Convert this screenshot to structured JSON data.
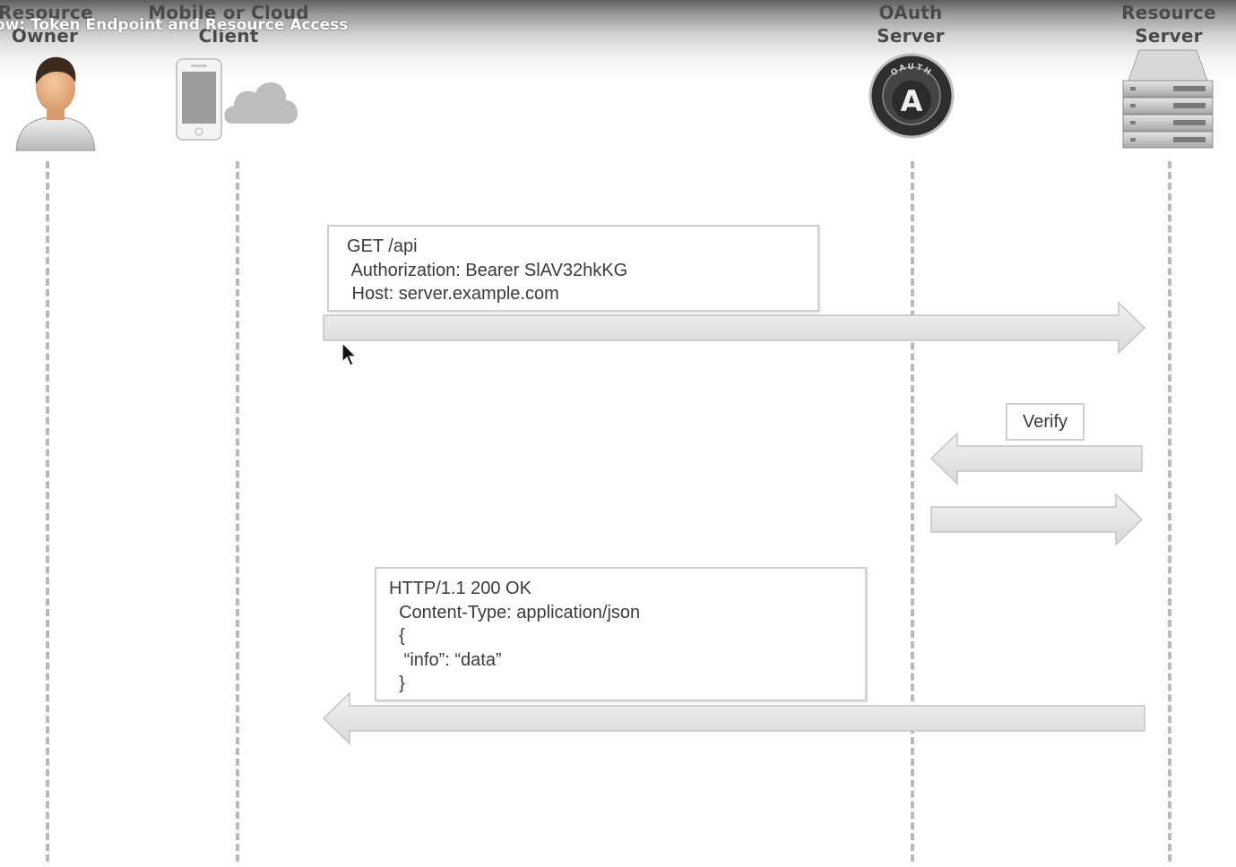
{
  "video_title": "ow: Token Endpoint and Resource Access",
  "actors": [
    {
      "id": "resource-owner",
      "lines": [
        "Resource",
        "Owner"
      ],
      "icon": "person-icon"
    },
    {
      "id": "client",
      "lines": [
        "Mobile or Cloud",
        "Client"
      ],
      "icon": "phone-cloud-icon"
    },
    {
      "id": "oauth-server",
      "lines": [
        "OAuth",
        "Server"
      ],
      "icon": "oauth-logo-icon"
    },
    {
      "id": "resource-server",
      "lines": [
        "Resource",
        "Server"
      ],
      "icon": "server-rack-icon"
    }
  ],
  "oauth_logo_text": "OAUTH",
  "oauth_logo_letter": "A",
  "messages": {
    "request": {
      "lines": [
        "GET /api",
        " Authorization: Bearer SlAV32hkKG",
        " Host: server.example.com"
      ]
    },
    "verify": {
      "label": "Verify"
    },
    "response": {
      "lines": [
        "HTTP/1.1 200 OK",
        "  Content-Type: application/json",
        "  {",
        "   “info”: “data”",
        "  }"
      ]
    }
  },
  "colors": {
    "arrow_fill": "#e4e4e4",
    "arrow_stroke": "#c4c4c4",
    "lifeline": "#b9b9b9",
    "label": "#4a4a4a"
  }
}
